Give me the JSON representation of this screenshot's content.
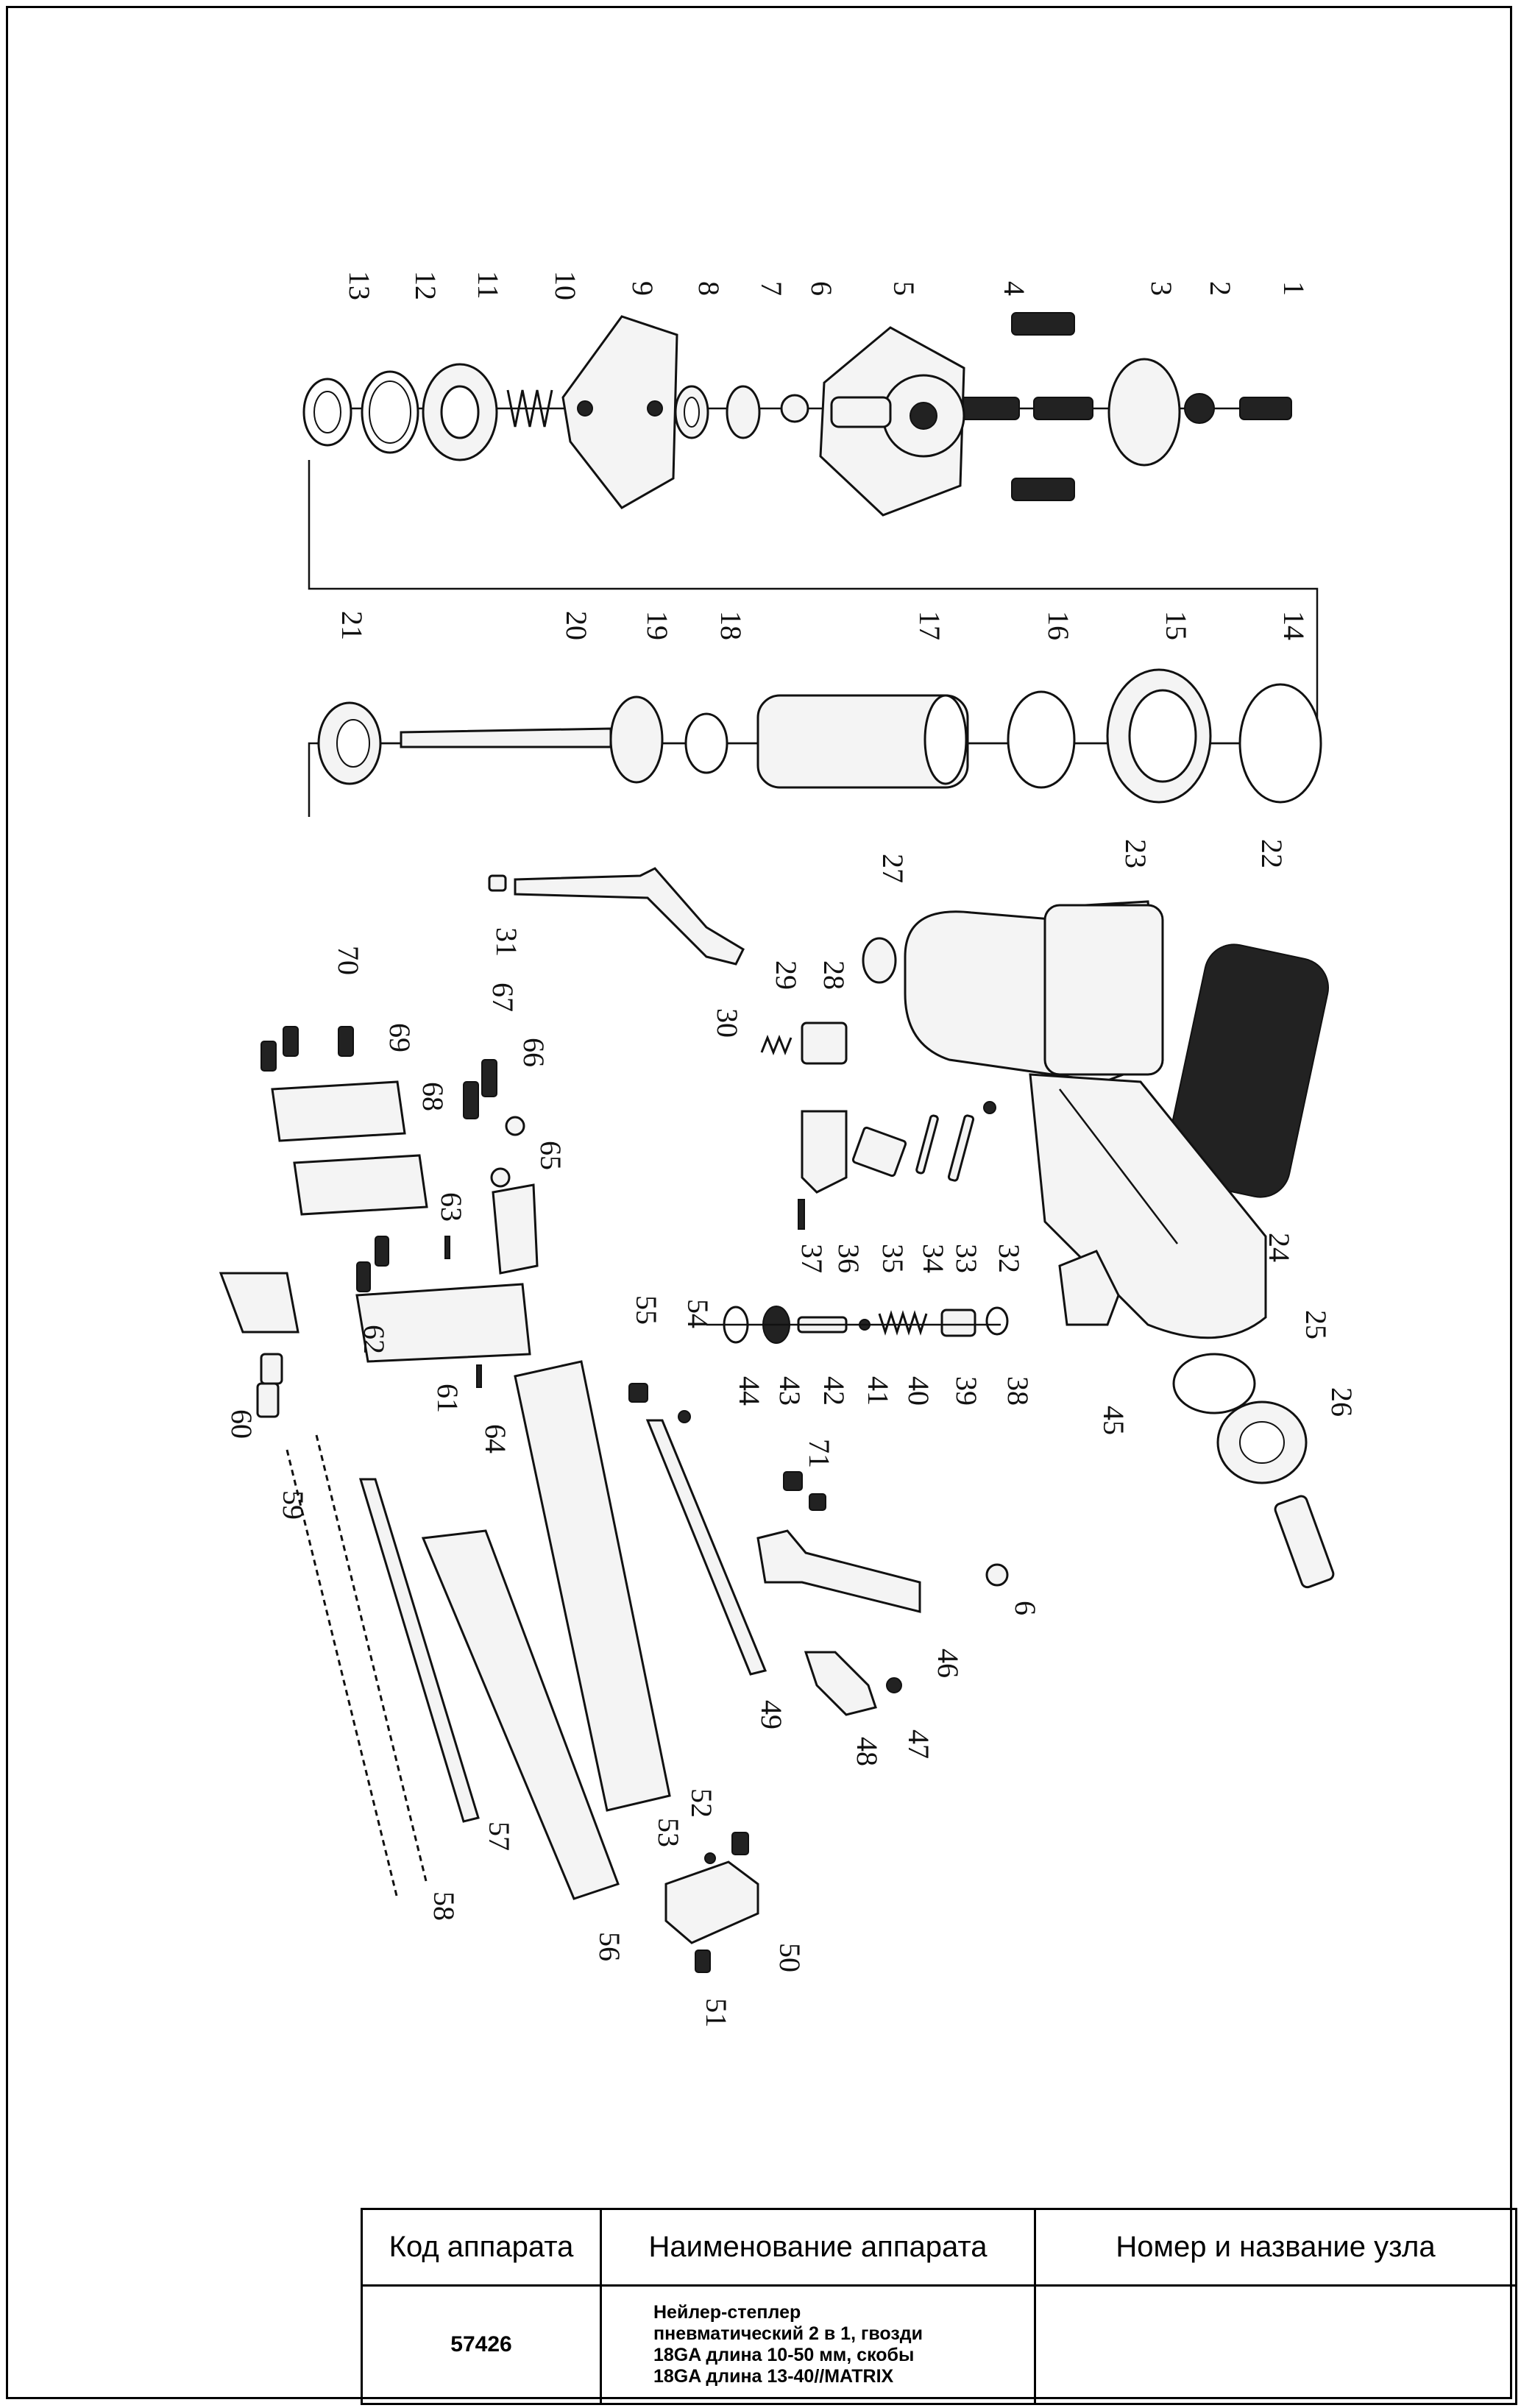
{
  "labels": {
    "p1": "1",
    "p2": "2",
    "p3": "3",
    "p4": "4",
    "p5": "5",
    "p6": "6",
    "p7": "7",
    "p8": "8",
    "p9": "9",
    "p10": "10",
    "p11": "11",
    "p12": "12",
    "p13": "13",
    "p14": "14",
    "p15": "15",
    "p16": "16",
    "p17": "17",
    "p18": "18",
    "p19": "19",
    "p20": "20",
    "p21": "21",
    "p22": "22",
    "p23": "23",
    "p24": "24",
    "p25": "25",
    "p26": "26",
    "p27": "27",
    "p28": "28",
    "p29": "29",
    "p30": "30",
    "p31": "31",
    "p32": "32",
    "p33": "33",
    "p34": "34",
    "p35": "35",
    "p36": "36",
    "p37": "37",
    "p38": "38",
    "p39": "39",
    "p40": "40",
    "p41": "41",
    "p42": "42",
    "p43": "43",
    "p44": "44",
    "p45": "45",
    "p46": "46",
    "p47": "47",
    "p48": "48",
    "p49": "49",
    "p50": "50",
    "p51": "51",
    "p52": "52",
    "p53": "53",
    "p54": "54",
    "p55": "55",
    "p56": "56",
    "p57": "57",
    "p58": "58",
    "p59": "59",
    "p60": "60",
    "p61": "61",
    "p62": "62",
    "p63": "63",
    "p64": "64",
    "p65": "65",
    "p66": "66",
    "p67": "67",
    "p68": "68",
    "p69": "69",
    "p70": "70",
    "p71": "71",
    "p6b": "6"
  },
  "table": {
    "col1_header": "Код аппарата",
    "col2_header": "Наименование аппарата",
    "col3_header": "Номер и название узла",
    "code": "57426",
    "name": "Нейлер-степлер\nпневматический 2 в 1, гвозди\n18GA длина  10-50 мм, скобы\n18GA длина 13-40//MATRIX",
    "assembly": ""
  }
}
